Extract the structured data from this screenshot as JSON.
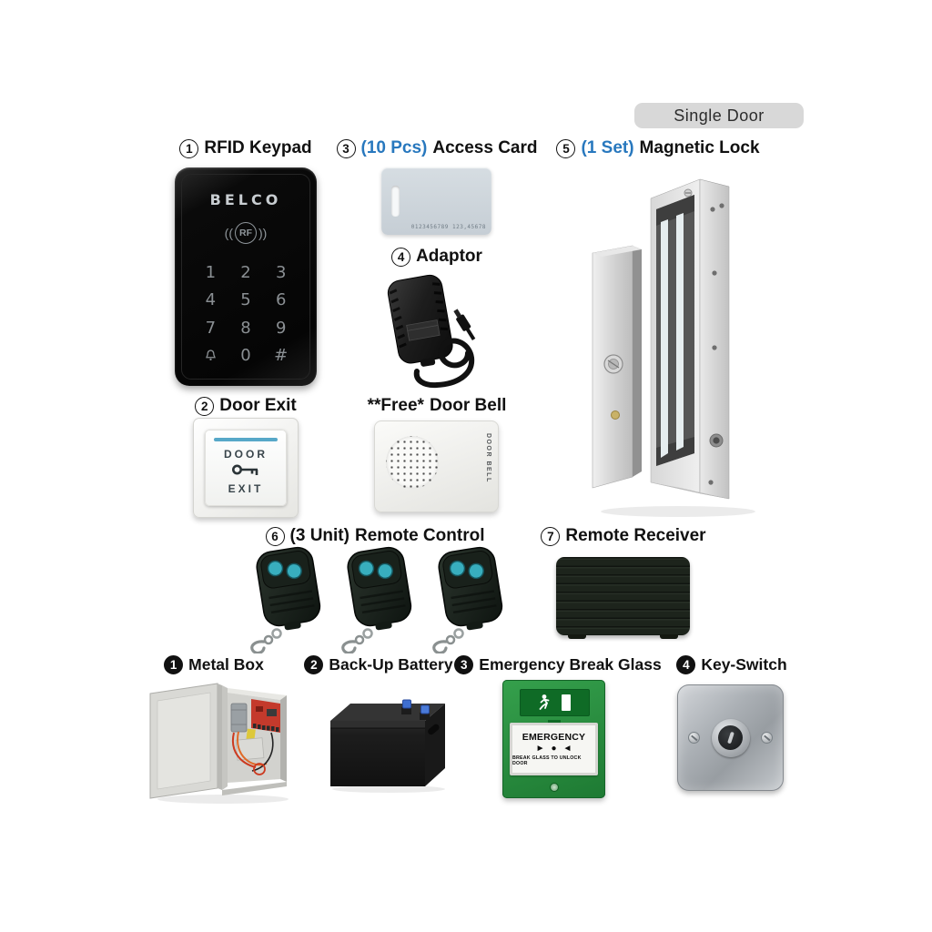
{
  "badge": {
    "label": "Single Door"
  },
  "sections": {
    "rfid_keypad": {
      "number": "1",
      "name": "RFID Keypad"
    },
    "access_card": {
      "number": "3",
      "qty": "(10 Pcs)",
      "name": "Access Card",
      "serial": "0123456789 123,45678"
    },
    "magnetic_lock": {
      "number": "5",
      "qty": "(1 Set)",
      "name": "Magnetic Lock"
    },
    "adaptor": {
      "number": "4",
      "name": "Adaptor"
    },
    "door_exit": {
      "number": "2",
      "name": "Door Exit",
      "button_line1": "DOOR",
      "button_line2": "EXIT"
    },
    "door_bell": {
      "prefix": "**Free*",
      "name": "Door Bell",
      "side_text": "DOOR BELL"
    },
    "remote_control": {
      "number": "6",
      "qty": "(3 Unit)",
      "name": "Remote Control"
    },
    "remote_receiver": {
      "number": "7",
      "name": "Remote Receiver"
    },
    "metal_box": {
      "number": "1",
      "name": "Metal Box"
    },
    "backup_battery": {
      "number": "2",
      "name": "Back-Up Battery"
    },
    "emergency_break_glass": {
      "number": "3",
      "name": "Emergency Break Glass",
      "title": "EMERGENCY",
      "arrow_left": "►",
      "dot": "●",
      "arrow_right": "◄",
      "instruction": "BREAK GLASS TO UNLOCK DOOR"
    },
    "key_switch": {
      "number": "4",
      "name": "Key-Switch"
    }
  },
  "keypad": {
    "brand": "BELCO",
    "rf_label": "RF",
    "rf_left": "((",
    "rf_right": "))",
    "keys": [
      "1",
      "2",
      "3",
      "4",
      "5",
      "6",
      "7",
      "8",
      "9",
      "0",
      "#"
    ]
  },
  "colors": {
    "accent_blue": "#2878be",
    "badge_bg": "#d8d8d8",
    "emergency_green": "#2e9147",
    "remote_button_teal": "#38aebe",
    "battery_terminal_blue": "#3f6fd0",
    "door_exit_line": "#57a8c8"
  }
}
